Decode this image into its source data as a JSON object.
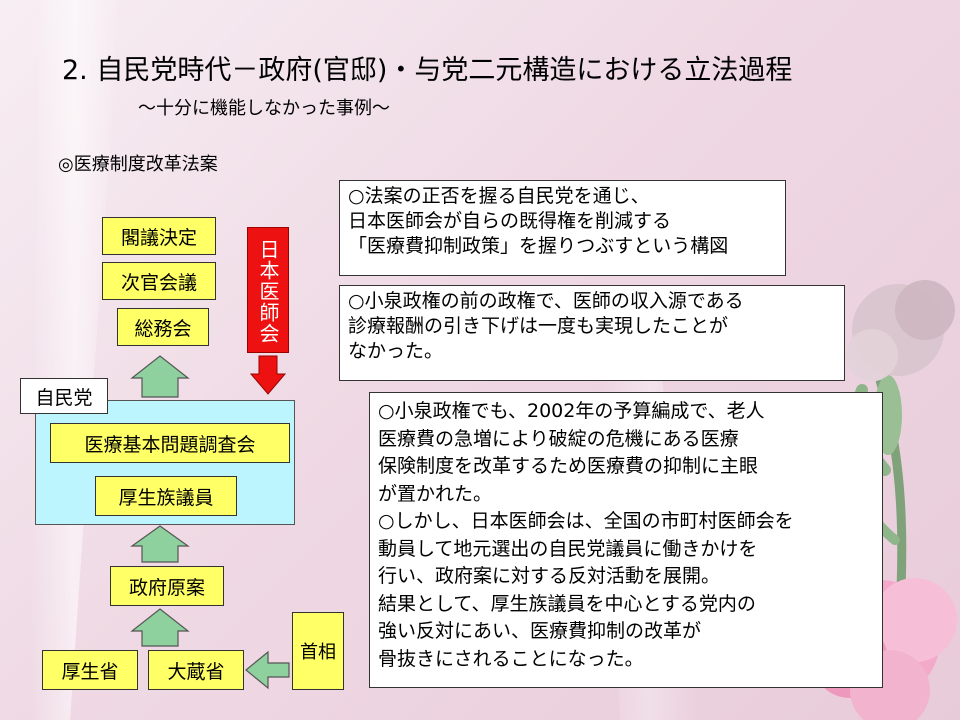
{
  "title": "2. 自民党時代－政府(官邸)・与党二元構造における立法過程",
  "subtitle": "～十分に機能しなかった事例～",
  "section": "◎医療制度改革法案",
  "diagram": {
    "cabinet_decision": "閣議決定",
    "vice_ministers": "次官会議",
    "general_council": "総務会",
    "ldp": "自民党",
    "medical_committee": "医療基本問題調査会",
    "health_zoku": "厚生族議員",
    "govt_draft": "政府原案",
    "mhw": "厚生省",
    "mof": "大蔵省",
    "pm": "首相",
    "jma": "日本医師会"
  },
  "notes": {
    "note1": [
      "○法案の正否を握る自民党を通じ、",
      "日本医師会が自らの既得権を削減する",
      "「医療費抑制政策」を握りつぶすという構図"
    ],
    "note2": [
      "○小泉政権の前の政権で、医師の収入源である",
      "診療報酬の引き下げは一度も実現したことが",
      "なかった。"
    ],
    "note3": [
      "○小泉政権でも、2002年の予算編成で、老人",
      "医療費の急増により破綻の危機にある医療",
      "保険制度を改革するため医療費の抑制に主眼",
      "が置かれた。",
      "○しかし、日本医師会は、全国の市町村医師会を",
      "動員して地元選出の自民党議員に働きかけを",
      "行い、政府案に対する反対活動を展開。",
      "結果として、厚生族議員を中心とする党内の",
      "強い反対にあい、医療費抑制の改革が",
      "骨抜きにされることになった。"
    ]
  },
  "colors": {
    "box_yellow": "#ffff66",
    "ldp_cyan": "#bdf5ff",
    "jma_red": "#ee1111",
    "arrow_green": "#8fd19e"
  }
}
